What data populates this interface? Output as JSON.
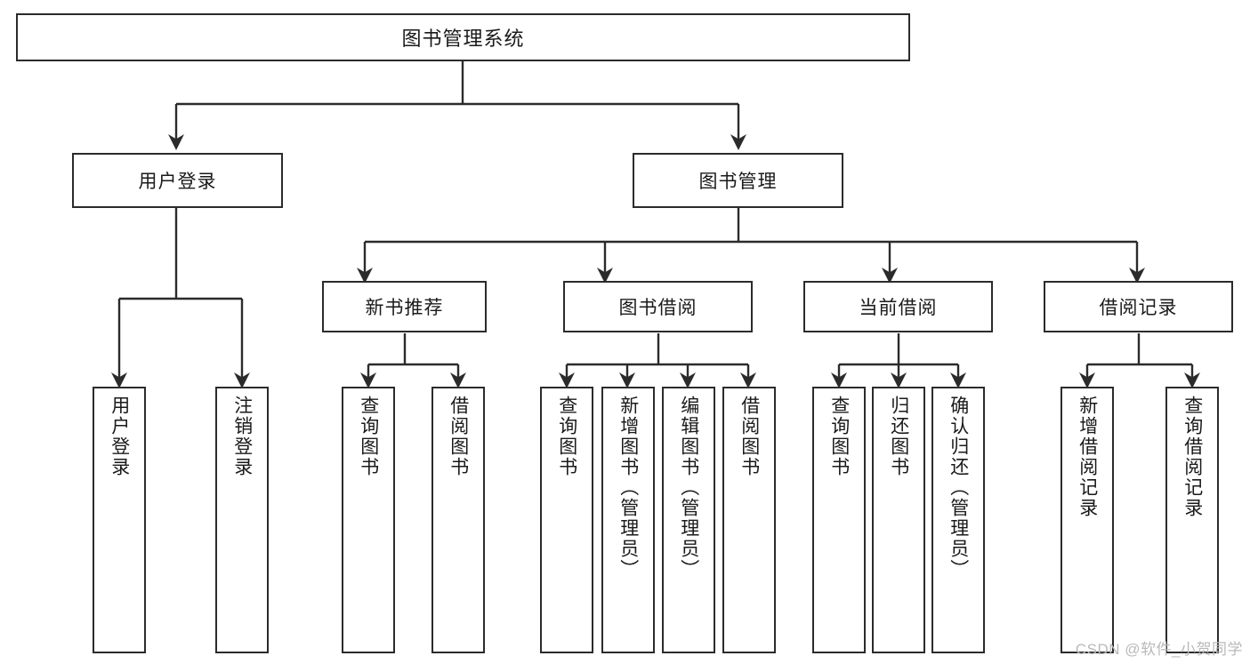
{
  "diagram": {
    "title": "图书管理系统",
    "root": {
      "label": "图书管理系统"
    },
    "level2": [
      {
        "label": "用户登录"
      },
      {
        "label": "图书管理"
      }
    ],
    "level3": [
      {
        "label": "新书推荐"
      },
      {
        "label": "图书借阅"
      },
      {
        "label": "当前借阅"
      },
      {
        "label": "借阅记录"
      }
    ],
    "leaves": [
      {
        "label": "用户登录"
      },
      {
        "label": "注销登录"
      },
      {
        "label": "查询图书"
      },
      {
        "label": "借阅图书"
      },
      {
        "label": "查询图书"
      },
      {
        "label": "新增图书（管理员）"
      },
      {
        "label": "编辑图书（管理员）"
      },
      {
        "label": "借阅图书"
      },
      {
        "label": "查询图书"
      },
      {
        "label": "归还图书"
      },
      {
        "label": "确认归还（管理员）"
      },
      {
        "label": "新增借阅记录"
      },
      {
        "label": "查询借阅记录"
      }
    ],
    "watermark": "CSDN @软件_小贺同学",
    "colors": {
      "stroke": "#2b2b2b",
      "fill": "#ffffff",
      "text": "#1a1a1a",
      "watermark": "#b9b9b9"
    }
  }
}
